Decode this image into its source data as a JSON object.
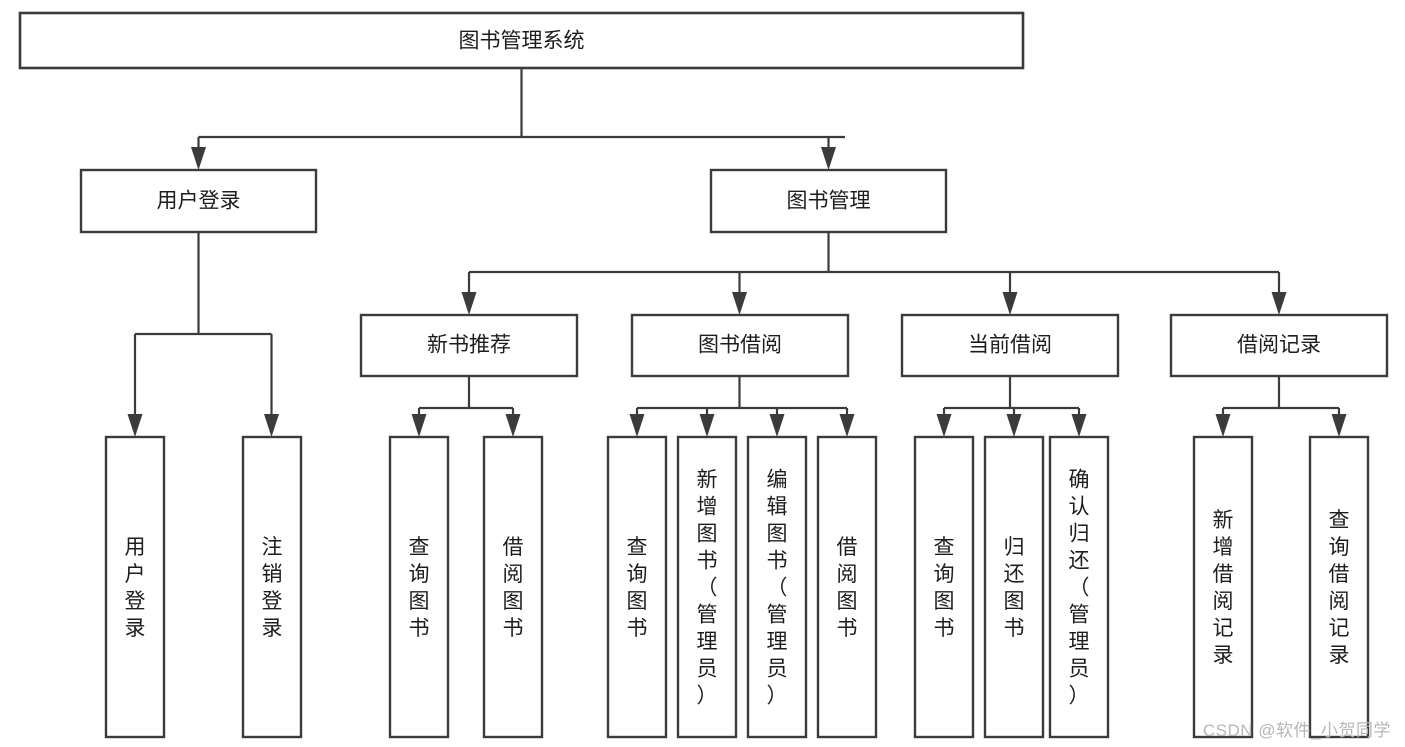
{
  "diagram": {
    "type": "tree",
    "title": "图书管理系统",
    "orientation": "top-down",
    "colors": {
      "box_stroke": "#3b3b3b",
      "box_fill": "#ffffff",
      "connector": "#3b3b3b",
      "label_text": "#1d1d1d",
      "watermark": "#b7b7b7",
      "background": "#ffffff"
    },
    "levels": {
      "root": "图书管理系统",
      "level1": [
        "用户登录",
        "图书管理"
      ],
      "level2": [
        "新书推荐",
        "图书借阅",
        "当前借阅",
        "借阅记录"
      ]
    },
    "nodes": {
      "root": {
        "label": "图书管理系统"
      },
      "user_login": {
        "label": "用户登录"
      },
      "book_manage": {
        "label": "图书管理"
      },
      "new_book_rec": {
        "label": "新书推荐"
      },
      "book_borrow": {
        "label": "图书借阅"
      },
      "current_borrow": {
        "label": "当前借阅"
      },
      "borrow_record": {
        "label": "借阅记录"
      },
      "leaf_user_login": {
        "label": "用户登录"
      },
      "leaf_user_logout": {
        "label": "注销登录"
      },
      "leaf_rec_query": {
        "label": "查询图书"
      },
      "leaf_rec_borrow": {
        "label": "借阅图书"
      },
      "leaf_bb_query": {
        "label": "查询图书"
      },
      "leaf_bb_add": {
        "label": "新增图书（管理员）"
      },
      "leaf_bb_edit": {
        "label": "编辑图书（管理员）"
      },
      "leaf_bb_borrow": {
        "label": "借阅图书"
      },
      "leaf_cb_query": {
        "label": "查询图书"
      },
      "leaf_cb_return": {
        "label": "归还图书"
      },
      "leaf_cb_confirm": {
        "label": "确认归还（管理员）"
      },
      "leaf_br_add": {
        "label": "新增借阅记录"
      },
      "leaf_br_query": {
        "label": "查询借阅记录"
      }
    },
    "edges": [
      {
        "from": "root",
        "to": "user_login"
      },
      {
        "from": "root",
        "to": "book_manage"
      },
      {
        "from": "user_login",
        "to": "leaf_user_login"
      },
      {
        "from": "user_login",
        "to": "leaf_user_logout"
      },
      {
        "from": "book_manage",
        "to": "new_book_rec"
      },
      {
        "from": "book_manage",
        "to": "book_borrow"
      },
      {
        "from": "book_manage",
        "to": "current_borrow"
      },
      {
        "from": "book_manage",
        "to": "borrow_record"
      },
      {
        "from": "new_book_rec",
        "to": "leaf_rec_query"
      },
      {
        "from": "new_book_rec",
        "to": "leaf_rec_borrow"
      },
      {
        "from": "book_borrow",
        "to": "leaf_bb_query"
      },
      {
        "from": "book_borrow",
        "to": "leaf_bb_add"
      },
      {
        "from": "book_borrow",
        "to": "leaf_bb_edit"
      },
      {
        "from": "book_borrow",
        "to": "leaf_bb_borrow"
      },
      {
        "from": "current_borrow",
        "to": "leaf_cb_query"
      },
      {
        "from": "current_borrow",
        "to": "leaf_cb_return"
      },
      {
        "from": "current_borrow",
        "to": "leaf_cb_confirm"
      },
      {
        "from": "borrow_record",
        "to": "leaf_br_add"
      },
      {
        "from": "borrow_record",
        "to": "leaf_br_query"
      }
    ]
  },
  "watermark": {
    "text": "CSDN @软件_小贺同学"
  }
}
